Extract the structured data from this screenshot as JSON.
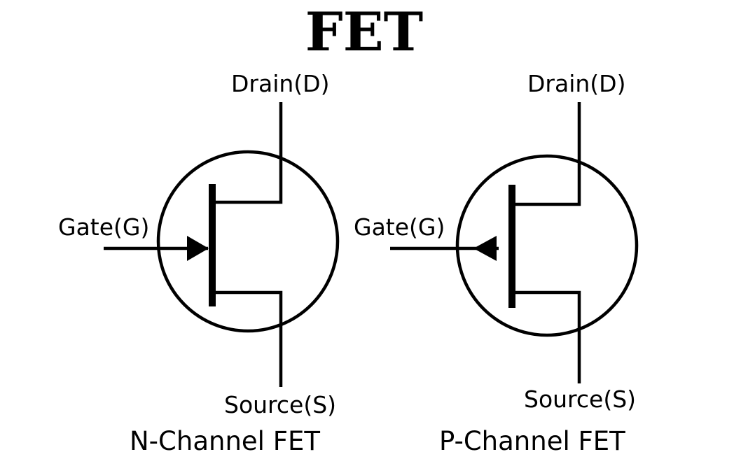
{
  "title": "FET",
  "symbols": [
    {
      "id": "n-channel",
      "drain_label": "Drain(D)",
      "gate_label": "Gate(G)",
      "source_label": "Source(S)",
      "caption": "N-Channel FET",
      "arrow_direction": "inward"
    },
    {
      "id": "p-channel",
      "drain_label": "Drain(D)",
      "gate_label": "Gate(G)",
      "source_label": "Source(S)",
      "caption": "P-Channel FET",
      "arrow_direction": "outward"
    }
  ],
  "colors": {
    "ink": "#000000",
    "background": "#ffffff"
  }
}
